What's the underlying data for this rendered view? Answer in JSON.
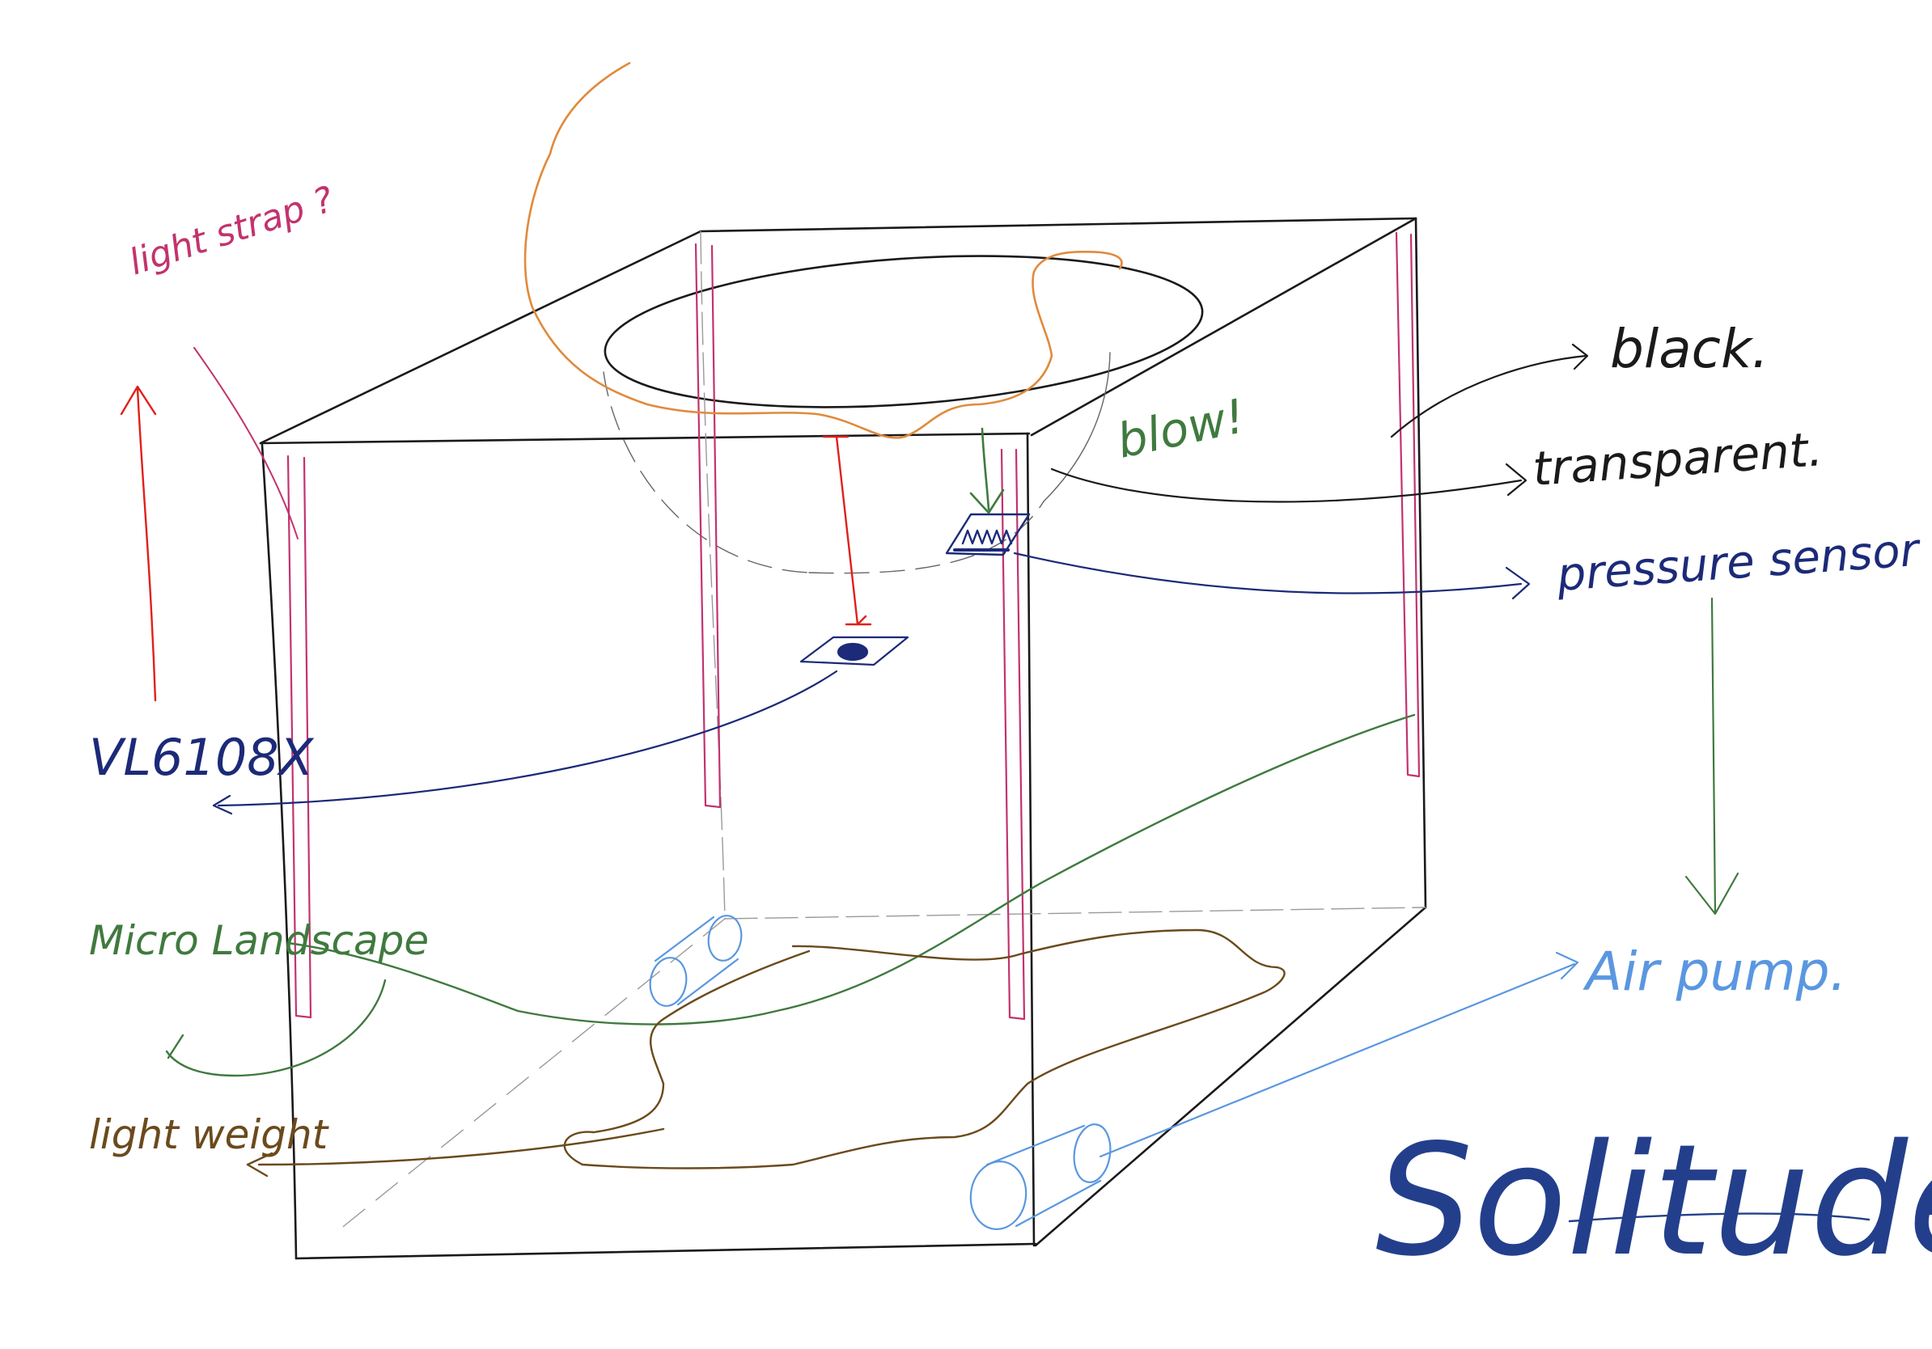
{
  "title": "Solitude",
  "labels": {
    "light_strap": "light strap ?",
    "vl6108x": "VL6108X",
    "micro_landscape": "Micro Landscape",
    "light_weight": "light weight",
    "blow": "blow!",
    "black": "black.",
    "transparent": "transparent.",
    "pressure_sensor": "pressure sensor",
    "air_pump": "Air pump."
  },
  "colors": {
    "outline": "#1a1a1a",
    "light_strap": "#c2336e",
    "distance_beam": "#e0201b",
    "sensor_navy": "#1c2a78",
    "landscape_green": "#3f7a3e",
    "weight_brown": "#6b4a1c",
    "air_pump_blue": "#5a97e0",
    "signature_blue": "#233f8c",
    "hand_orange": "#e08a3c"
  }
}
